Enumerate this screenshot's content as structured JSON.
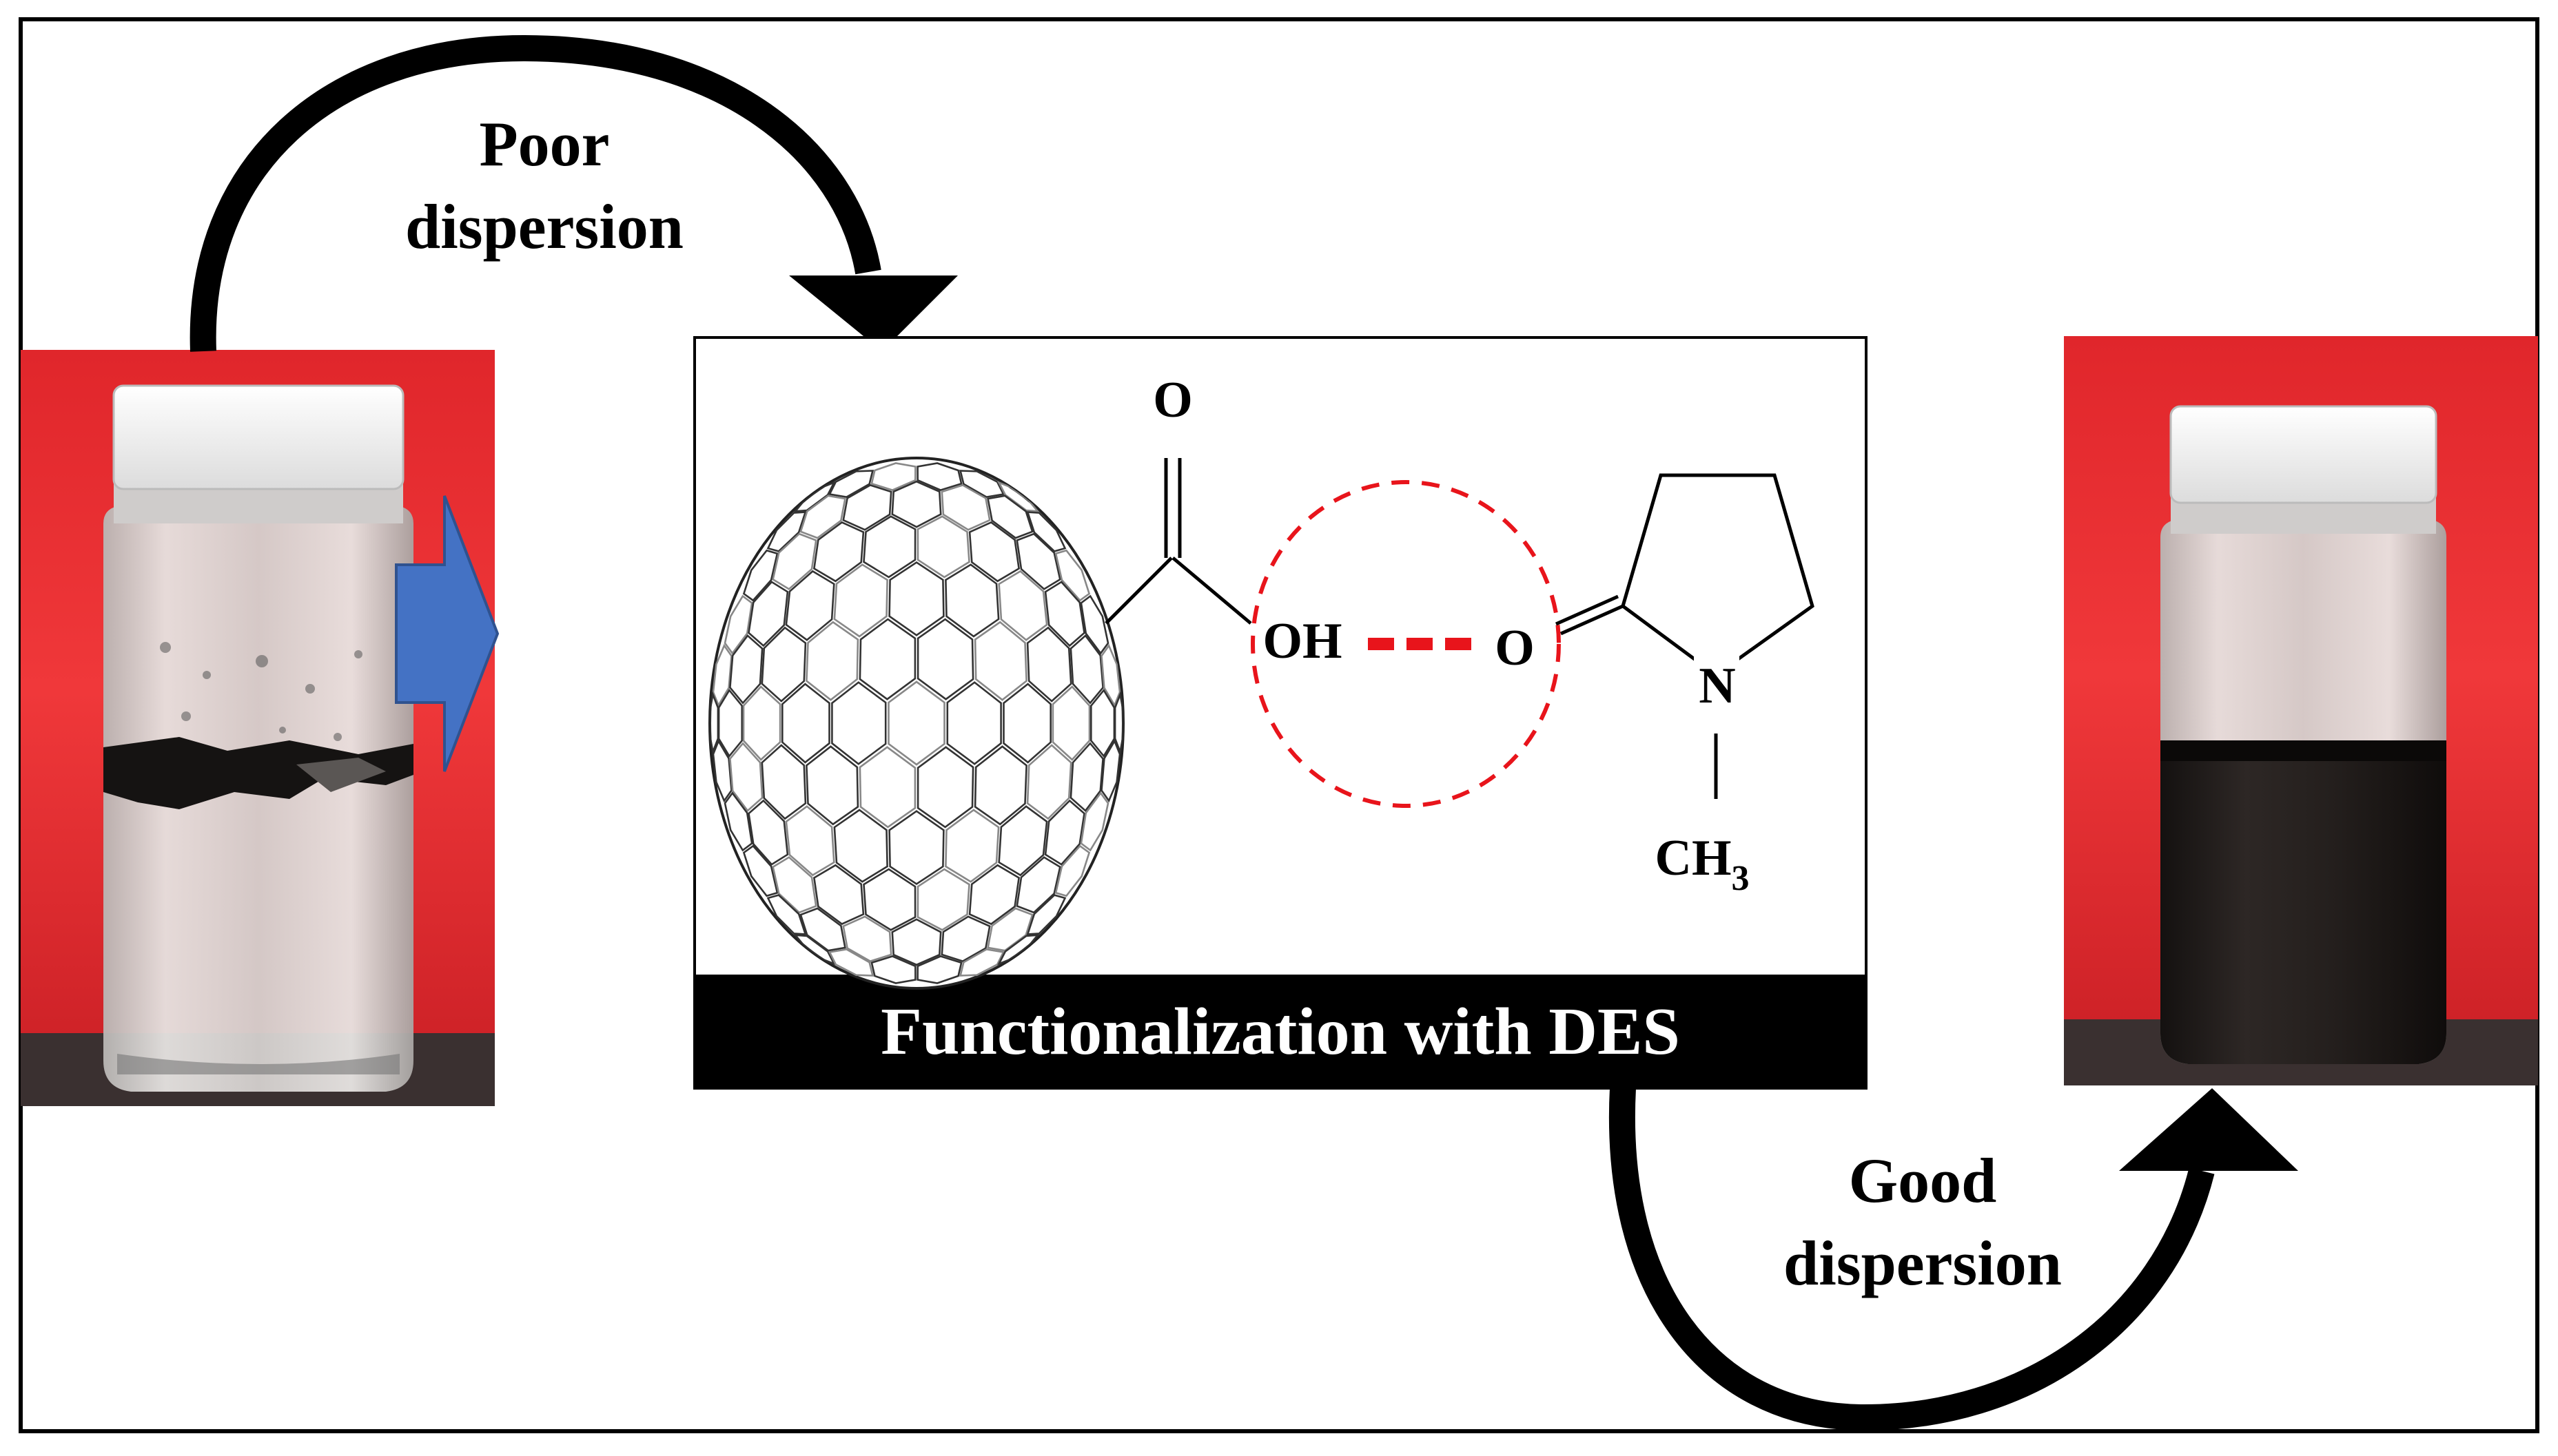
{
  "labels": {
    "top_arrow": "Poor dispersion",
    "top_arrow_line1": "Poor",
    "top_arrow_line2": "dispersion",
    "bottom_arrow_line1": "Good",
    "bottom_arrow_line2": "dispersion",
    "banner": "Functionalization with DES"
  },
  "chemistry": {
    "carbonyl_O": "O",
    "hydroxyl": "OH",
    "acceptor_O": "O",
    "ring_N": "N",
    "methyl": "CH",
    "methyl_sub": "3"
  },
  "colors": {
    "photo_background": "#d9262b",
    "cap": "#f4f4f4",
    "blue_arrow": "#4472c4",
    "hbond": "#e8141b",
    "banner": "#000000",
    "dark_liquid": "#1e1a18"
  }
}
